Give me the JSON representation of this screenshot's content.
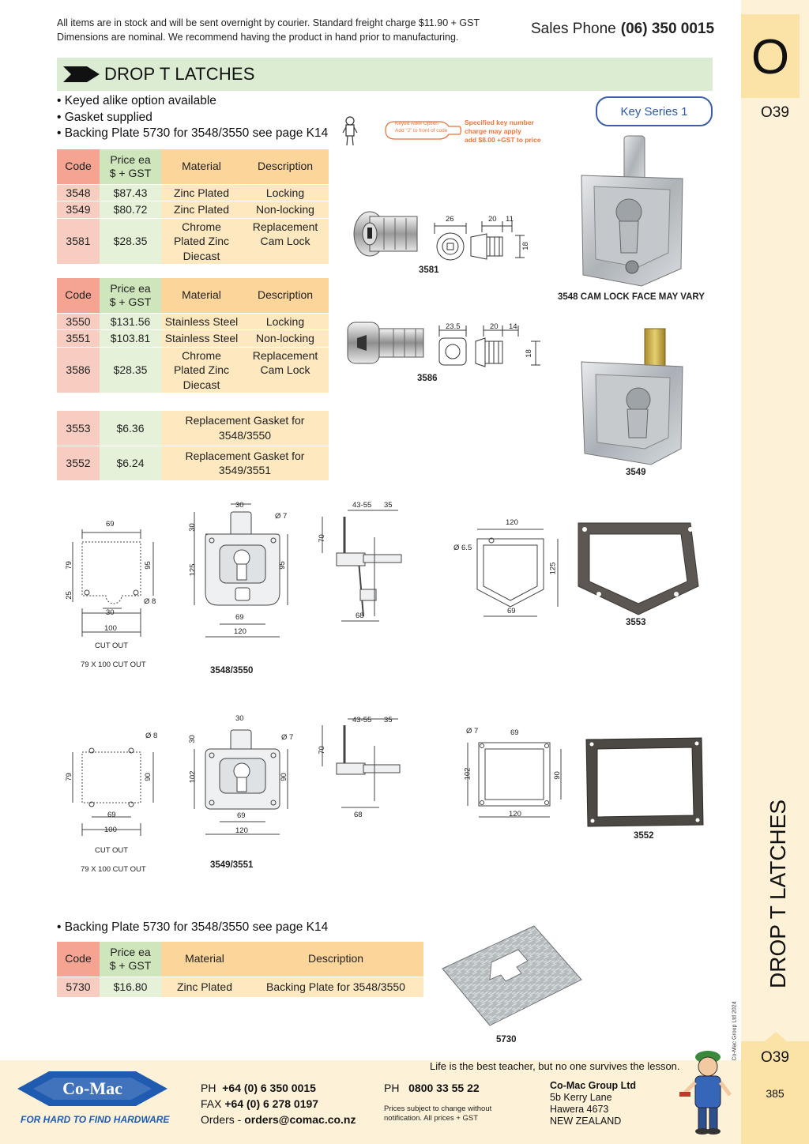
{
  "header": {
    "notice_line1": "All items are in stock and will be sent overnight by courier. Standard freight charge $11.90 + GST",
    "notice_line2": "Dimensions are nominal. We recommend having the product in hand prior to manufacturing.",
    "sales_label": "Sales Phone",
    "sales_phone": "(06) 350 0015"
  },
  "section": {
    "title": "DROP T LATCHES",
    "letter": "O",
    "code": "O39",
    "page_number": "385",
    "copyright": "© Co-Mac Group Ltd 2024"
  },
  "bullets": [
    "Keyed alike option available",
    "Gasket supplied",
    "Backing Plate 5730 for 3548/3550 see page K14"
  ],
  "keyed_note": {
    "left_line1": "Keyed Alike Option",
    "left_line2": "Add \"J\" to front of code",
    "right_line1": "Specified key number",
    "right_line2": "charge may apply",
    "right_line3": "add $8.00 +GST to price"
  },
  "key_series": "Key Series 1",
  "columns": {
    "code": "Code",
    "price_line1": "Price ea",
    "price_line2": "$ + GST",
    "material": "Material",
    "description": "Description"
  },
  "table1": [
    {
      "code": "3548",
      "price": "$87.43",
      "material": "Zinc Plated",
      "description": "Locking"
    },
    {
      "code": "3549",
      "price": "$80.72",
      "material": "Zinc Plated",
      "description": "Non-locking"
    },
    {
      "code": "3581",
      "price": "$28.35",
      "material_line1": "Chrome",
      "material_line2": "Plated Zinc",
      "material_line3": "Diecast",
      "description_line1": "Replacement",
      "description_line2": "Cam Lock"
    }
  ],
  "table2": [
    {
      "code": "3550",
      "price": "$131.56",
      "material": "Stainless Steel",
      "description": "Locking"
    },
    {
      "code": "3551",
      "price": "$103.81",
      "material": "Stainless Steel",
      "description": "Non-locking"
    },
    {
      "code": "3586",
      "price": "$28.35",
      "material_line1": "Chrome",
      "material_line2": "Plated Zinc",
      "material_line3": "Diecast",
      "description_line1": "Replacement",
      "description_line2": "Cam Lock"
    }
  ],
  "table3": [
    {
      "code": "3553",
      "price": "$6.36",
      "description_line1": "Replacement Gasket for",
      "description_line2": "3548/3550"
    },
    {
      "code": "3552",
      "price": "$6.24",
      "description_line1": "Replacement Gasket for",
      "description_line2": "3549/3551"
    }
  ],
  "bullet_backing": "Backing Plate 5730 for 3548/3550 see page K14",
  "table4": [
    {
      "code": "5730",
      "price": "$16.80",
      "material": "Zinc Plated",
      "description": "Backing Plate for 3548/3550"
    }
  ],
  "image_labels": {
    "cam_3581": "3581",
    "cam_3586": "3586",
    "latch_3548_caption": "3548 CAM LOCK FACE MAY VARY",
    "latch_3549": "3549",
    "gasket_3553": "3553",
    "gasket_3552": "3552",
    "plate_5730": "5730",
    "drawing_3548": "3548/3550",
    "drawing_3549": "3549/3551",
    "cut_out": "CUT OUT",
    "cut_out_size": "79 X 100 CUT OUT"
  },
  "dims": {
    "d26": "26",
    "d20": "20",
    "d11": "11",
    "d18": "18",
    "d235": "23.5",
    "d14": "14",
    "d69": "69",
    "d79": "79",
    "d25": "25",
    "d95": "95",
    "d8": "Ø 8",
    "d30": "30",
    "d100": "100",
    "d7": "Ø 7",
    "d125": "125",
    "d120": "120",
    "d4355": "43-55",
    "d35": "35",
    "d70": "70",
    "d68": "68",
    "d65": "Ø 6.5",
    "d90": "90",
    "d102": "102"
  },
  "footer": {
    "motto": "Life is the best teacher, but no one survives the lesson.",
    "logo_text": "Co-Mac",
    "tagline": "FOR HARD TO FIND HARDWARE",
    "ph_label": "PH",
    "ph": "+64 (0) 6 350 0015",
    "fax_label": "FAX",
    "fax": "+64 (0) 6 278 0197",
    "orders_label": "Orders -",
    "orders": "orders@comac.co.nz",
    "ph2_label": "PH",
    "ph2": "0800 33 55 22",
    "fine_line1": "Prices subject to change without",
    "fine_line2": "notification. All prices + GST",
    "company": "Co-Mac Group Ltd",
    "addr1": "5b Kerry Lane",
    "addr2": "Hawera 4673",
    "addr3": "NEW ZEALAND"
  },
  "colors": {
    "code_col": "#f8cdc1",
    "price_col": "#e5f2d9",
    "material_col": "#fde8c0",
    "title_bar": "#dcecd3",
    "side_band": "#fbe3a8",
    "brand_blue": "#1f5bb0"
  }
}
